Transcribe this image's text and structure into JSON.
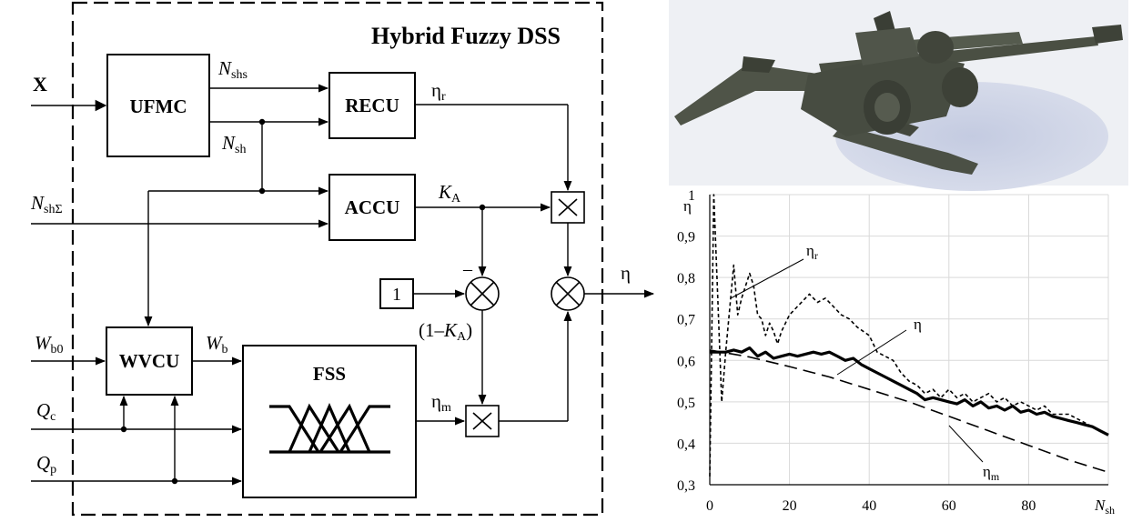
{
  "diagram": {
    "title": "Hybrid Fuzzy DSS",
    "blocks": {
      "ufmc": "UFMC",
      "recu": "RECU",
      "accu": "ACCU",
      "wvcu": "WVCU",
      "fss": "FSS",
      "one": "1"
    },
    "signals": {
      "x": "X",
      "n_main": "N",
      "n_shs_sub": "shs",
      "n_sh_sub": "sh",
      "n_sum_sub": "shΣ",
      "eta": "η",
      "eta_r_sub": "r",
      "eta_m_sub": "m",
      "k_main": "K",
      "k_sub": "A",
      "w_main": "W",
      "w_b0_sub": "b0",
      "w_b_sub": "b",
      "q_main": "Q",
      "q_c_sub": "c",
      "q_p_sub": "p",
      "one_minus_k_open": "(1–",
      "one_minus_k_close": ")",
      "minus_sign": "–",
      "eta_out": "η"
    }
  },
  "photo": {
    "subject": "3D model of towed howitzer artillery gun",
    "colors": {
      "gun": "#4d5246",
      "gun_dark": "#3a3e35",
      "ground": "#c9cfe2",
      "background": "#eef0f4"
    }
  },
  "chart_data": {
    "type": "line",
    "ylabel": "η",
    "xlabel_main": "N",
    "xlabel_sub": "sh",
    "xlim": [
      0,
      100
    ],
    "ylim": [
      0.3,
      1.0
    ],
    "x_ticks": [
      "0",
      "20",
      "40",
      "60",
      "80"
    ],
    "y_ticks": [
      "0,3",
      "0,4",
      "0,5",
      "0,6",
      "0,7",
      "0,8",
      "0,9",
      "1"
    ],
    "grid": true,
    "series": [
      {
        "name_main": "η",
        "name_sub": "r",
        "style": "short-dash",
        "x": [
          0,
          1,
          2,
          3,
          4,
          6,
          7,
          8,
          10,
          11,
          12,
          13,
          14,
          15,
          16,
          17,
          18,
          19,
          20,
          22,
          24,
          25,
          27,
          29,
          31,
          33,
          35,
          37,
          40,
          42,
          44,
          46,
          48,
          50,
          52,
          54,
          56,
          58,
          60,
          62,
          64,
          66,
          68,
          70,
          72,
          74,
          76,
          78,
          80,
          82,
          84,
          86,
          88,
          90,
          92,
          94,
          96,
          98,
          100
        ],
        "y": [
          0.32,
          1.0,
          0.75,
          0.5,
          0.62,
          0.83,
          0.71,
          0.75,
          0.81,
          0.78,
          0.71,
          0.7,
          0.66,
          0.69,
          0.67,
          0.64,
          0.67,
          0.69,
          0.71,
          0.73,
          0.75,
          0.76,
          0.74,
          0.75,
          0.73,
          0.71,
          0.7,
          0.68,
          0.66,
          0.62,
          0.61,
          0.6,
          0.57,
          0.55,
          0.54,
          0.52,
          0.53,
          0.51,
          0.53,
          0.51,
          0.52,
          0.5,
          0.51,
          0.52,
          0.5,
          0.51,
          0.49,
          0.5,
          0.49,
          0.48,
          0.49,
          0.47,
          0.47,
          0.47,
          0.46,
          0.45,
          0.44,
          0.43,
          0.42
        ]
      },
      {
        "name": "η",
        "style": "thick-solid",
        "x": [
          0,
          2,
          4,
          6,
          8,
          10,
          12,
          14,
          16,
          18,
          20,
          22,
          24,
          26,
          28,
          30,
          32,
          34,
          36,
          38,
          40,
          42,
          44,
          46,
          48,
          50,
          52,
          54,
          56,
          58,
          60,
          62,
          64,
          66,
          68,
          70,
          72,
          74,
          76,
          78,
          80,
          82,
          84,
          86,
          88,
          90,
          92,
          94,
          96,
          98,
          100
        ],
        "y": [
          0.62,
          0.62,
          0.62,
          0.625,
          0.62,
          0.63,
          0.61,
          0.62,
          0.605,
          0.61,
          0.615,
          0.61,
          0.615,
          0.62,
          0.615,
          0.62,
          0.61,
          0.6,
          0.605,
          0.59,
          0.58,
          0.57,
          0.56,
          0.55,
          0.54,
          0.53,
          0.52,
          0.505,
          0.51,
          0.505,
          0.5,
          0.495,
          0.505,
          0.49,
          0.5,
          0.485,
          0.49,
          0.48,
          0.49,
          0.475,
          0.48,
          0.47,
          0.475,
          0.465,
          0.46,
          0.455,
          0.45,
          0.445,
          0.44,
          0.43,
          0.42
        ]
      },
      {
        "name_main": "η",
        "name_sub": "m",
        "style": "long-dash",
        "x": [
          0,
          10,
          20,
          30,
          40,
          50,
          60,
          70,
          80,
          90,
          100
        ],
        "y": [
          0.625,
          0.608,
          0.585,
          0.56,
          0.53,
          0.5,
          0.465,
          0.43,
          0.395,
          0.36,
          0.33
        ]
      }
    ],
    "annotations": [
      {
        "series": 0,
        "text_main": "η",
        "text_sub": "r"
      },
      {
        "series": 1,
        "text_main": "η",
        "text_sub": ""
      },
      {
        "series": 2,
        "text_main": "η",
        "text_sub": "m"
      }
    ]
  }
}
